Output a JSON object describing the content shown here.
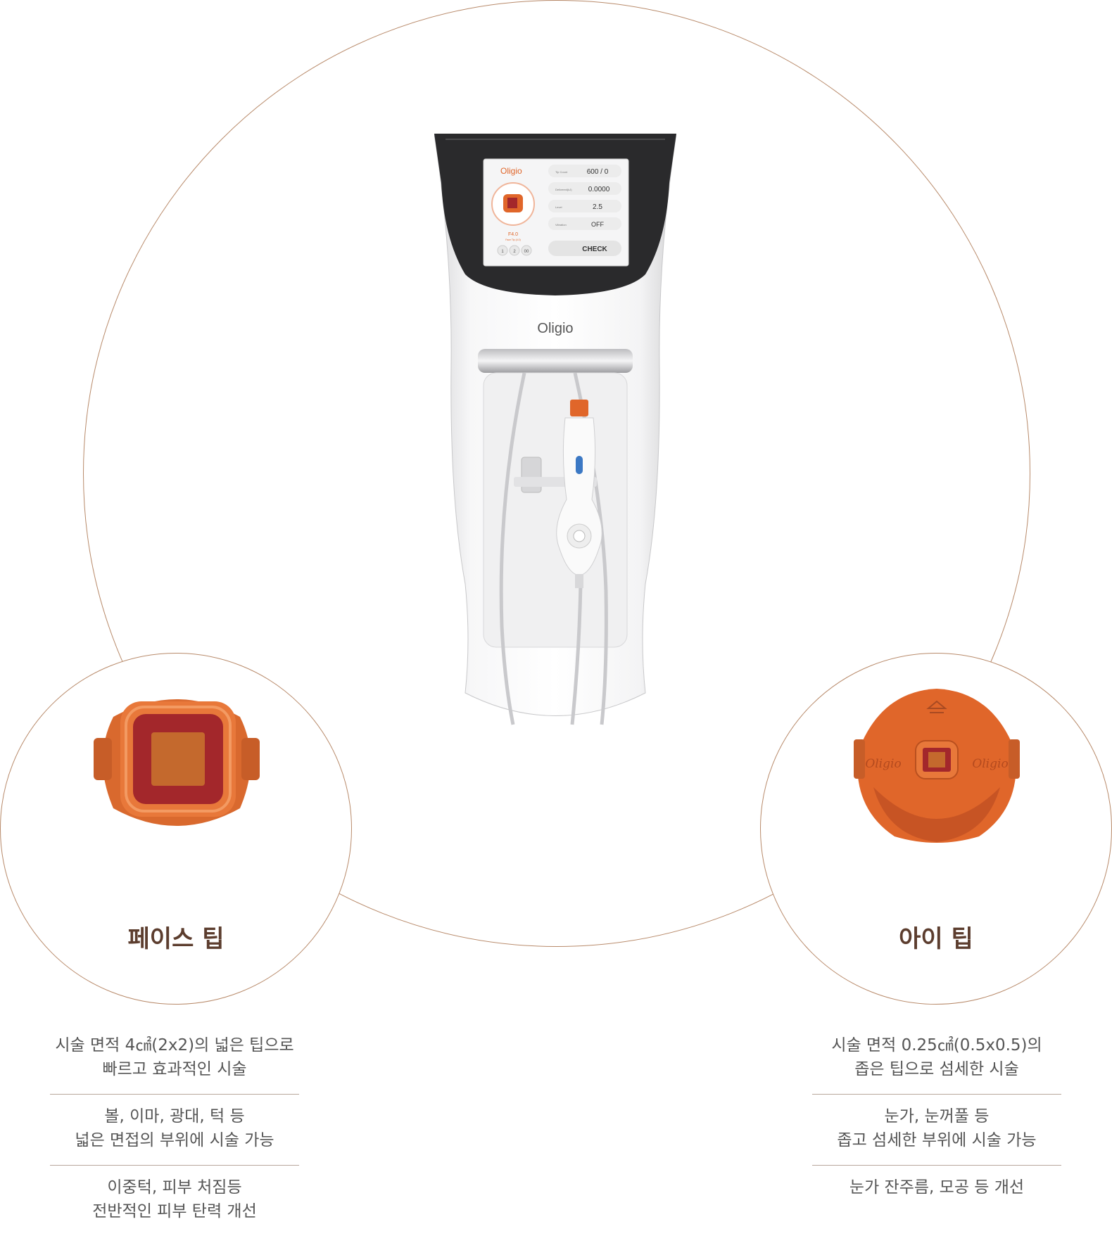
{
  "device": {
    "logo": "Oligio",
    "screen": {
      "logo": "Oligio",
      "tip_label": "F4.0",
      "tip_sub": "Face Tip (4.0)",
      "mode_buttons": [
        "1",
        "2",
        "00"
      ],
      "rows": [
        {
          "label": "Tip Count",
          "value": "600 / 0"
        },
        {
          "label": "Delivered(kJ)",
          "value": "0.0000"
        },
        {
          "label": "Level",
          "value": "2.5"
        },
        {
          "label": "Vibration",
          "value": "OFF"
        }
      ],
      "check_label": "CHECK"
    }
  },
  "face_tip": {
    "title": "페이스 팁",
    "descriptions": [
      [
        "시술 면적 4㎠(2x2)의 넓은 팁으로",
        "빠르고 효과적인 시술"
      ],
      [
        "볼, 이마, 광대, 턱 등",
        "넓은 면접의 부위에 시술 가능"
      ],
      [
        "이중턱, 피부 처짐등",
        "전반적인 피부 탄력 개선"
      ]
    ]
  },
  "eye_tip": {
    "title": "아이 팁",
    "brand_left": "Oligio",
    "brand_right": "Oligio",
    "descriptions": [
      [
        "시술 면적 0.25㎠(0.5x0.5)의",
        "좁은 팁으로 섬세한 시술"
      ],
      [
        "눈가, 눈꺼풀 등",
        "좁고 섬세한 부위에 시술 가능"
      ],
      [
        "눈가 잔주름, 모공 등 개선"
      ]
    ]
  },
  "colors": {
    "accent_orange": "#e0662a",
    "tip_red": "#a3272b",
    "tip_inner": "#c4692d",
    "title_brown": "#5c3d2e",
    "circle_line": "#b88a6a"
  }
}
